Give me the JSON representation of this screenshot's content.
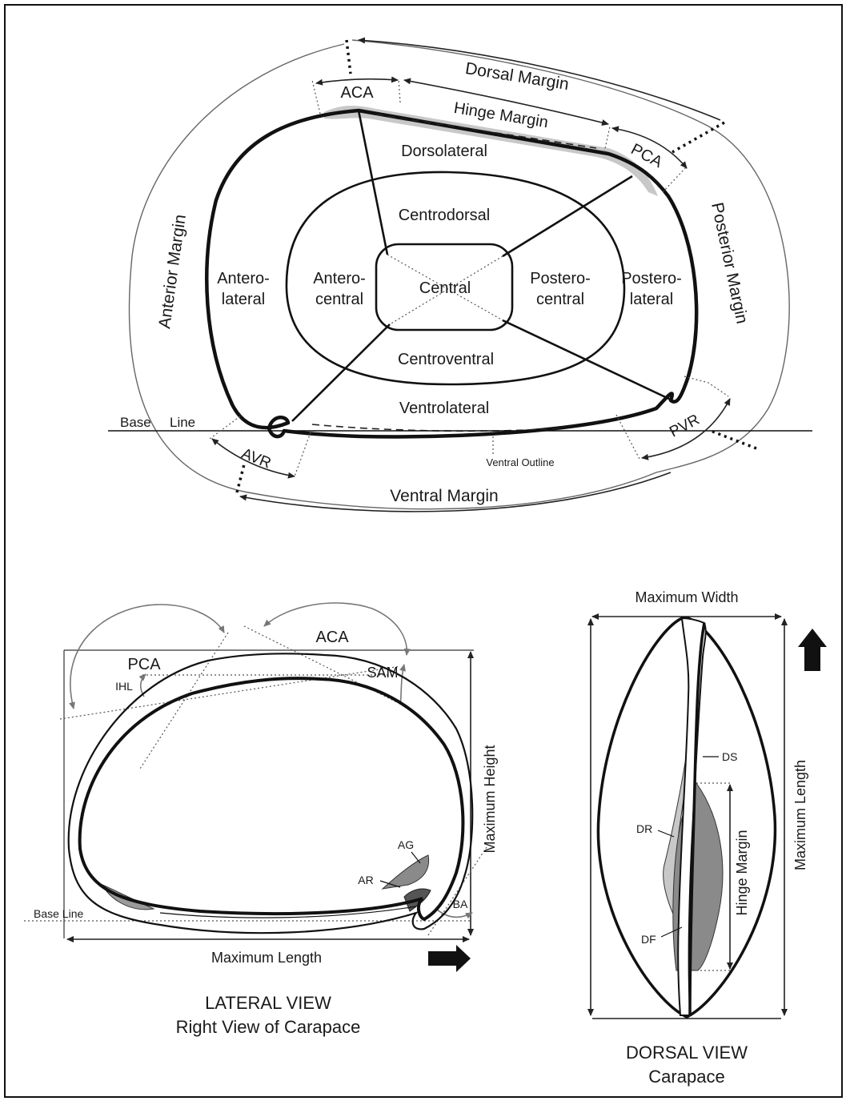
{
  "top_diagram": {
    "margins": {
      "dorsal": "Dorsal Margin",
      "hinge": "Hinge Margin",
      "anterior": "Anterior Margin",
      "posterior": "Posterior Margin",
      "ventral": "Ventral Margin"
    },
    "angles": {
      "aca": "ACA",
      "pca": "PCA",
      "avr": "AVR",
      "pvr": "PVR"
    },
    "regions": {
      "dorsolateral": "Dorsolateral",
      "centrodorsal": "Centrodorsal",
      "anterolateral_1": "Antero-",
      "anterolateral_2": "lateral",
      "anterocentral_1": "Antero-",
      "anterocentral_2": "central",
      "central": "Central",
      "posterocentral_1": "Postero-",
      "posterocentral_2": "central",
      "posterolateral_1": "Postero-",
      "posterolateral_2": "lateral",
      "centroventral": "Centroventral",
      "ventrolateral": "Ventrolateral"
    },
    "base_line_1": "Base",
    "base_line_2": "Line",
    "ventral_outline": "Ventral Outline"
  },
  "lateral_view": {
    "aca": "ACA",
    "pca": "PCA",
    "ihl": "IHL",
    "sam": "SAM",
    "ag": "AG",
    "ar": "AR",
    "ba": "BA",
    "base_line": "Base Line",
    "max_height": "Maximum Height",
    "max_length": "Maximum Length",
    "title": "LATERAL VIEW",
    "subtitle": "Right View of Carapace"
  },
  "dorsal_view": {
    "max_width": "Maximum Width",
    "max_length": "Maximum Length",
    "hinge_margin": "Hinge Margin",
    "ds": "DS",
    "dr": "DR",
    "df": "DF",
    "title": "DORSAL VIEW",
    "subtitle": "Carapace"
  },
  "colors": {
    "shade_light": "#c8c8c8",
    "shade_mid": "#9a9a9a",
    "shade_dark": "#7a7a7a"
  }
}
